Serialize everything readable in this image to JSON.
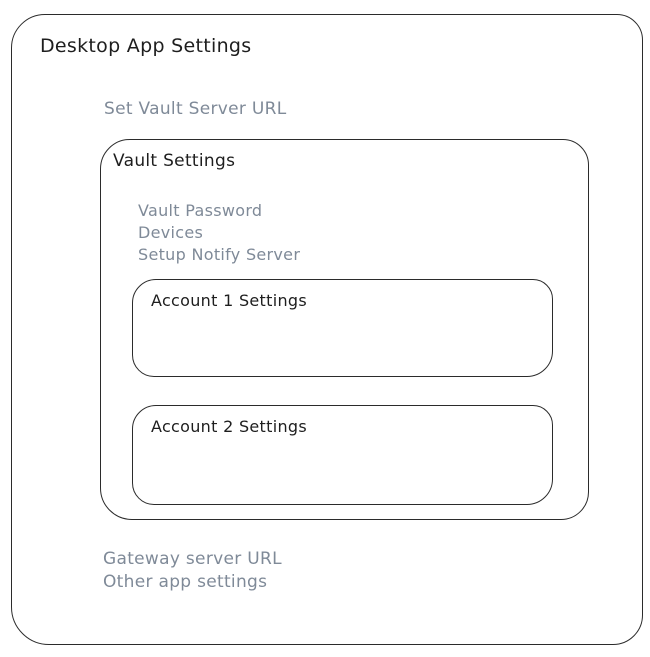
{
  "diagram": {
    "outer": {
      "title": "Desktop App Settings"
    },
    "set_vault_link": "Set Vault Server URL",
    "vault": {
      "title": "Vault Settings",
      "menu_items": {
        "0": "Vault Password",
        "1": "Devices",
        "2": "Setup Notify Server"
      },
      "accounts": {
        "0": {
          "title": "Account 1 Settings"
        },
        "1": {
          "title": "Account 2 Settings"
        }
      }
    },
    "footer_items": {
      "0": "Gateway server URL",
      "1": "Other app settings"
    }
  },
  "colors": {
    "background": "#ffffff",
    "stroke": "#2b2b2b",
    "ink_text": "#1e1e1e",
    "muted_text": "#7f8a98"
  }
}
